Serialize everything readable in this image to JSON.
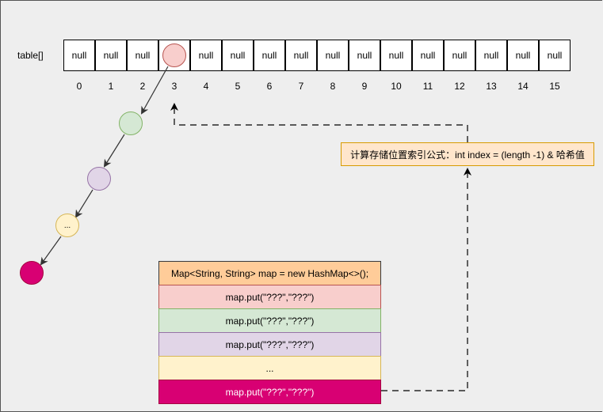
{
  "table": {
    "label": "table[]",
    "cells": [
      "null",
      "null",
      "null",
      "",
      "null",
      "null",
      "null",
      "null",
      "null",
      "null",
      "null",
      "null",
      "null",
      "null",
      "null",
      "null"
    ],
    "indices": [
      "0",
      "1",
      "2",
      "3",
      "4",
      "5",
      "6",
      "7",
      "8",
      "9",
      "10",
      "11",
      "12",
      "13",
      "14",
      "15"
    ],
    "occupied_index": 3
  },
  "chain": [
    {
      "label": "",
      "fill": "#f8cecc",
      "stroke": "#b85450"
    },
    {
      "label": "",
      "fill": "#d5e8d4",
      "stroke": "#82b366"
    },
    {
      "label": "",
      "fill": "#e1d5e7",
      "stroke": "#9673a6"
    },
    {
      "label": "...",
      "fill": "#fff2cc",
      "stroke": "#d6b656"
    },
    {
      "label": "",
      "fill": "#d80073",
      "stroke": "#a50040"
    }
  ],
  "formula": "计算存储位置索引公式：int index = (length -1) & 哈希值",
  "code": [
    {
      "text": "Map<String, String> map = new HashMap<>();",
      "fill": "#ffcc99",
      "stroke": "#36393d",
      "color": "#000000"
    },
    {
      "text": "map.put(\"???\",\"???\")",
      "fill": "#f8cecc",
      "stroke": "#b85450",
      "color": "#000000"
    },
    {
      "text": "map.put(\"???\",\"???\")",
      "fill": "#d5e8d4",
      "stroke": "#82b366",
      "color": "#000000"
    },
    {
      "text": "map.put(\"???\",\"???\")",
      "fill": "#e1d5e7",
      "stroke": "#9673a6",
      "color": "#000000"
    },
    {
      "text": "...",
      "fill": "#fff2cc",
      "stroke": "#d6b656",
      "color": "#000000"
    },
    {
      "text": "map.put(\"???\",\"???\")",
      "fill": "#d80073",
      "stroke": "#a50040",
      "color": "#ffffff"
    }
  ]
}
